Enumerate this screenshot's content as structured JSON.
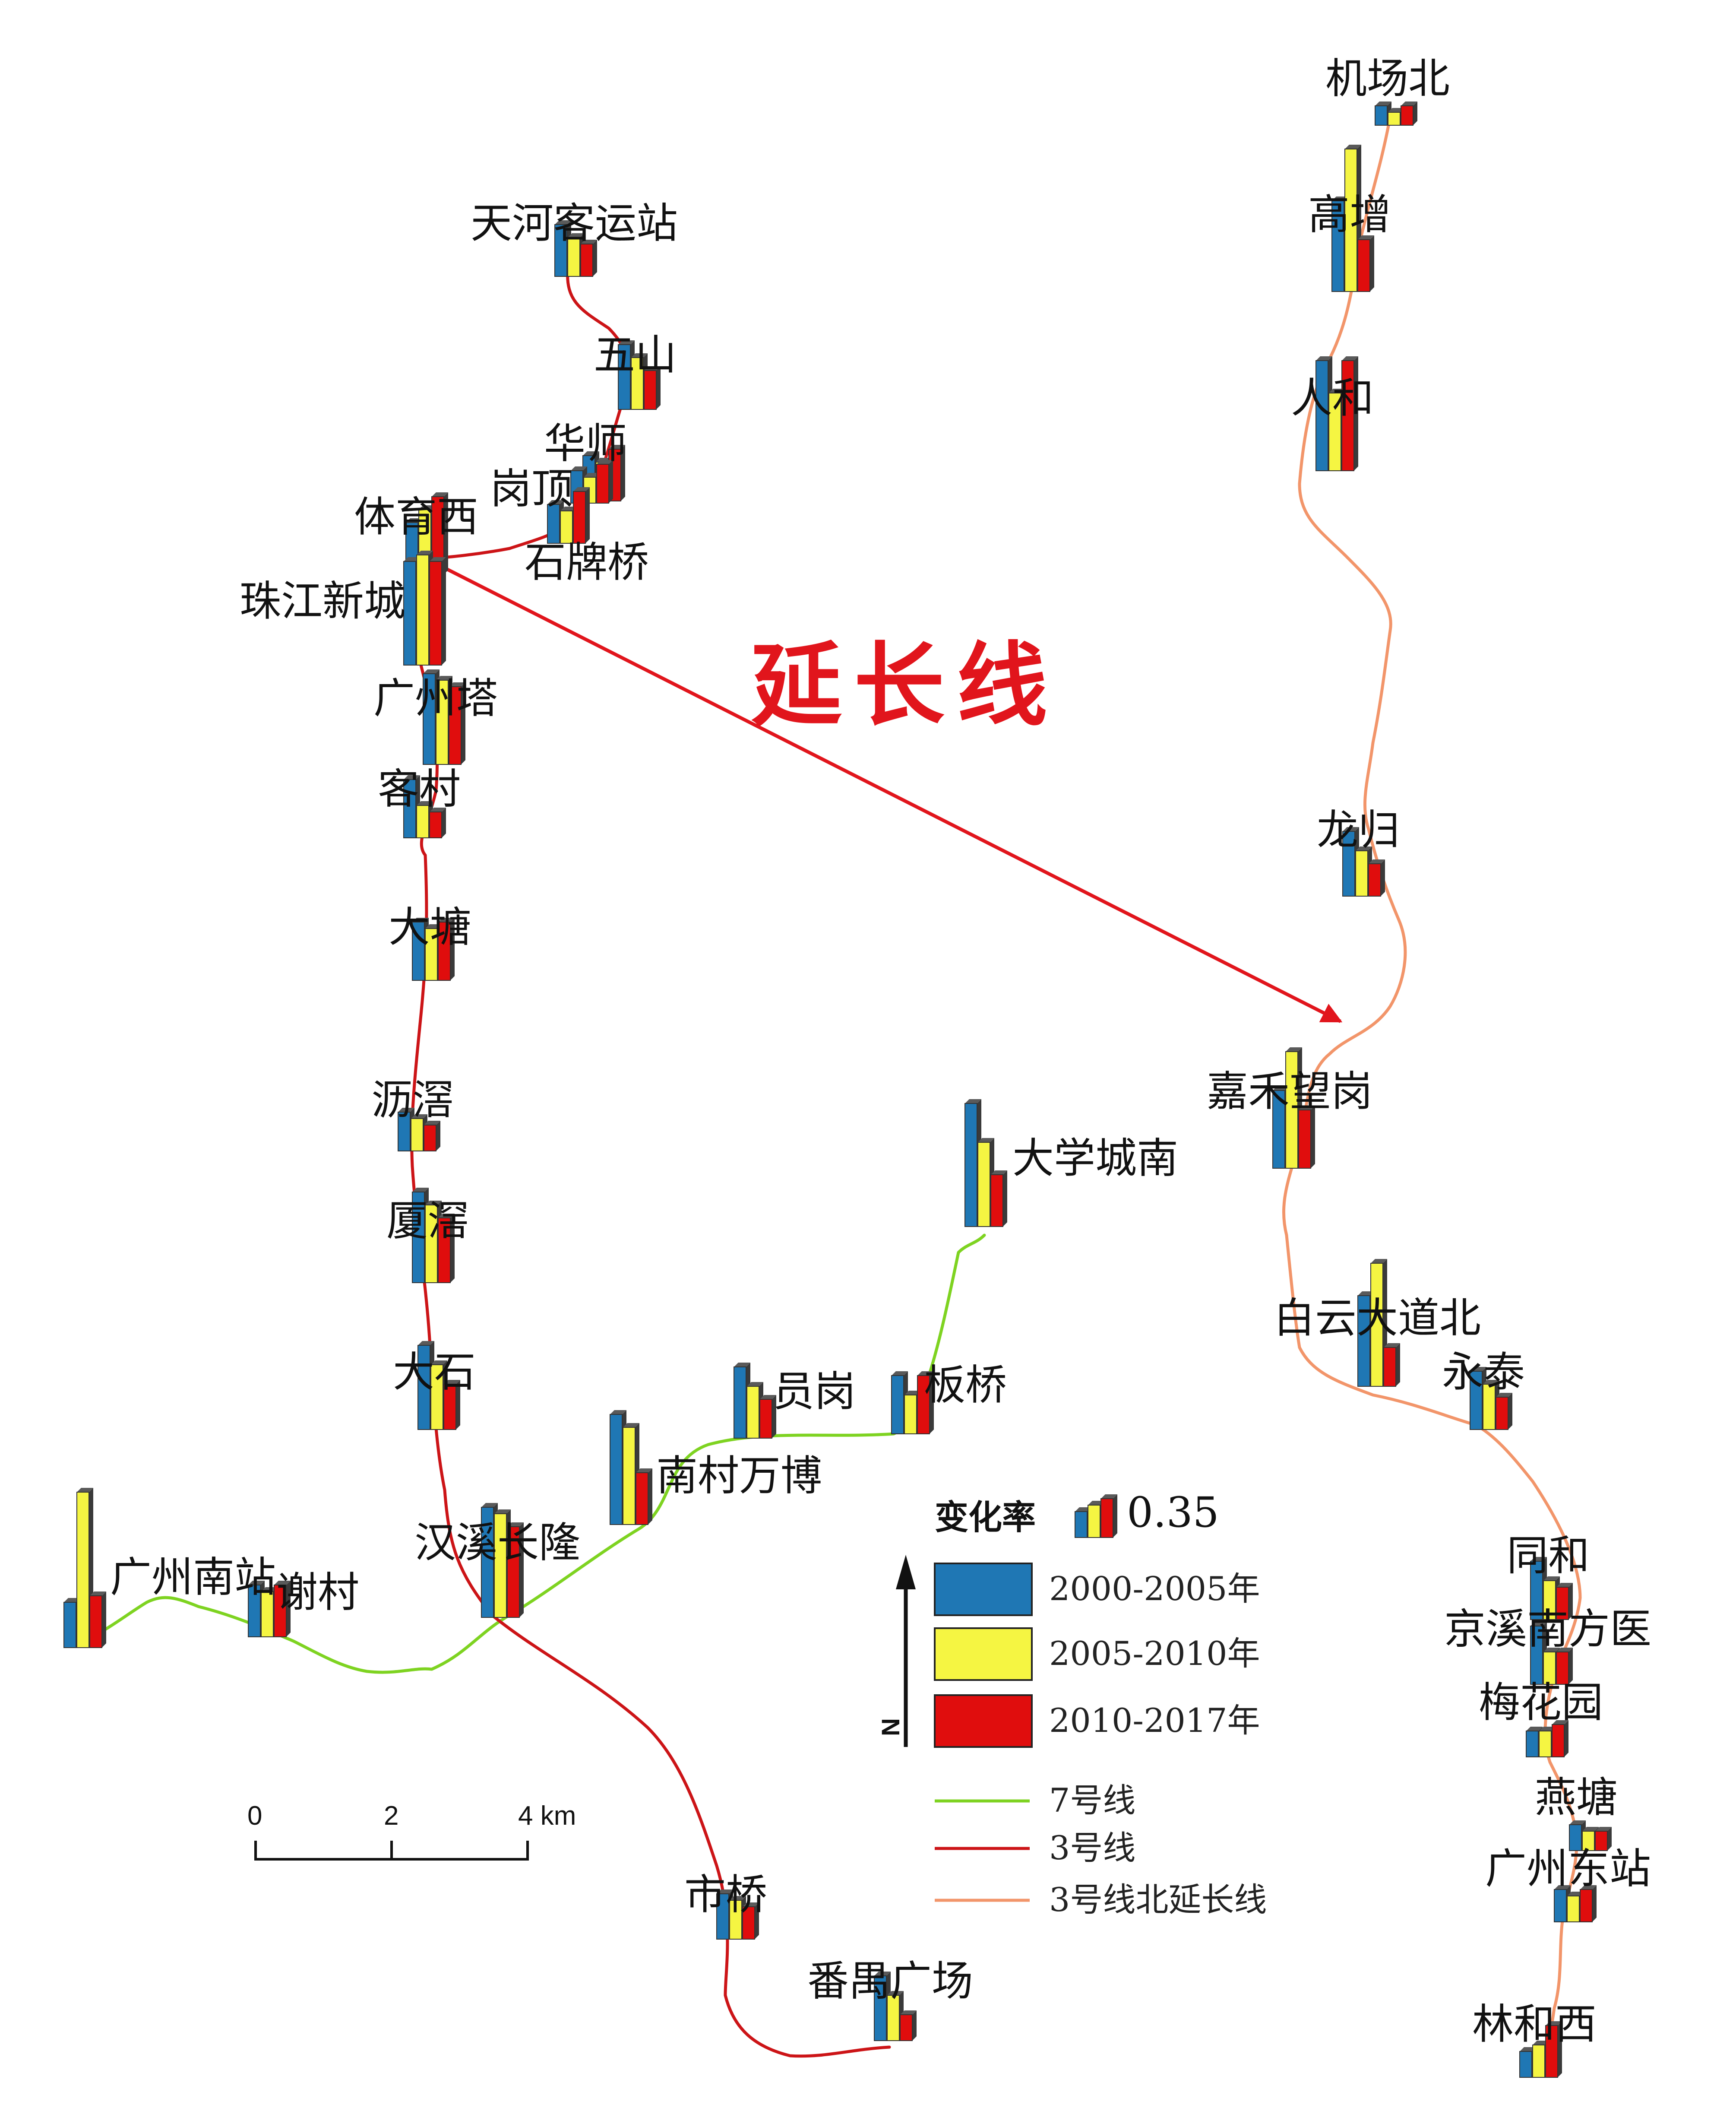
{
  "annotation": "延长线",
  "colors": {
    "line7": "#7ed321",
    "line3": "#cc1417",
    "line3_north": "#f2956a",
    "arrow": "#e1151c",
    "period1": "#1f77b4",
    "period2": "#f5f542",
    "period3": "#e00d0d",
    "annotation": "#e1151c"
  },
  "legend": {
    "rate_label": "变化率",
    "rate_value": "0.35",
    "periods": [
      {
        "label": "2000-2005年",
        "color": "#1f77b4"
      },
      {
        "label": "2005-2010年",
        "color": "#f5f542"
      },
      {
        "label": "2010-2017年",
        "color": "#e00d0d"
      }
    ],
    "lines": [
      {
        "label": "7号线",
        "color": "#7ed321"
      },
      {
        "label": "3号线",
        "color": "#cc1417"
      },
      {
        "label": "3号线北延长线",
        "color": "#f2956a"
      }
    ],
    "north": "N"
  },
  "scalebar": {
    "ticks": [
      "0",
      "2",
      "4 km"
    ]
  },
  "stations": [
    {
      "name": "天河客运站",
      "rates": [
        0.08,
        0.06,
        0.05
      ]
    },
    {
      "name": "五山",
      "rates": [
        0.1,
        0.08,
        0.06
      ]
    },
    {
      "name": "华师",
      "rates": [
        0.07,
        0.06,
        0.08
      ]
    },
    {
      "name": "岗顶",
      "rates": [
        0.05,
        0.04,
        0.06
      ]
    },
    {
      "name": "石牌桥",
      "rates": [
        0.06,
        0.05,
        0.08
      ]
    },
    {
      "name": "体育西",
      "rates": [
        0.08,
        0.1,
        0.12
      ]
    },
    {
      "name": "珠江新城",
      "rates": [
        0.16,
        0.17,
        0.16
      ]
    },
    {
      "name": "广州塔",
      "rates": [
        0.14,
        0.13,
        0.12
      ]
    },
    {
      "name": "客村",
      "rates": [
        0.09,
        0.05,
        0.04
      ]
    },
    {
      "name": "大塘",
      "rates": [
        0.09,
        0.08,
        0.09
      ]
    },
    {
      "name": "沥滘",
      "rates": [
        0.06,
        0.05,
        0.04
      ]
    },
    {
      "name": "厦滘",
      "rates": [
        0.14,
        0.12,
        0.1
      ]
    },
    {
      "name": "大石",
      "rates": [
        0.13,
        0.1,
        0.07
      ]
    },
    {
      "name": "汉溪长隆",
      "rates": [
        0.17,
        0.16,
        0.14
      ]
    },
    {
      "name": "市桥",
      "rates": [
        0.07,
        0.06,
        0.05
      ]
    },
    {
      "name": "番禺广场",
      "rates": [
        0.1,
        0.07,
        0.04
      ]
    },
    {
      "name": "广州南站",
      "rates": [
        0.07,
        0.24,
        0.08
      ]
    },
    {
      "name": "谢村",
      "rates": [
        0.08,
        0.07,
        0.08
      ]
    },
    {
      "name": "南村万博",
      "rates": [
        0.17,
        0.15,
        0.08
      ]
    },
    {
      "name": "员岗",
      "rates": [
        0.11,
        0.08,
        0.06
      ]
    },
    {
      "name": "板桥",
      "rates": [
        0.09,
        0.06,
        0.09
      ]
    },
    {
      "name": "大学城南",
      "rates": [
        0.19,
        0.13,
        0.08
      ]
    },
    {
      "name": "机场北",
      "rates": [
        0.03,
        0.02,
        0.03
      ]
    },
    {
      "name": "高增",
      "rates": [
        0.14,
        0.22,
        0.08
      ]
    },
    {
      "name": "人和",
      "rates": [
        0.17,
        0.12,
        0.17
      ]
    },
    {
      "name": "龙归",
      "rates": [
        0.1,
        0.07,
        0.05
      ]
    },
    {
      "name": "嘉禾望岗",
      "rates": [
        0.12,
        0.18,
        0.09
      ]
    },
    {
      "name": "白云大道北",
      "rates": [
        0.14,
        0.19,
        0.06
      ]
    },
    {
      "name": "永泰",
      "rates": [
        0.09,
        0.07,
        0.05
      ]
    },
    {
      "name": "同和",
      "rates": [
        0.09,
        0.06,
        0.05
      ]
    },
    {
      "name": "京溪南方医",
      "rates": [
        0.09,
        0.05,
        0.05
      ]
    },
    {
      "name": "梅花园",
      "rates": [
        0.04,
        0.04,
        0.05
      ]
    },
    {
      "name": "燕塘",
      "rates": [
        0.04,
        0.03,
        0.03
      ]
    },
    {
      "name": "广州东站",
      "rates": [
        0.05,
        0.04,
        0.05
      ]
    },
    {
      "name": "林和西",
      "rates": [
        0.04,
        0.05,
        0.08
      ]
    }
  ]
}
